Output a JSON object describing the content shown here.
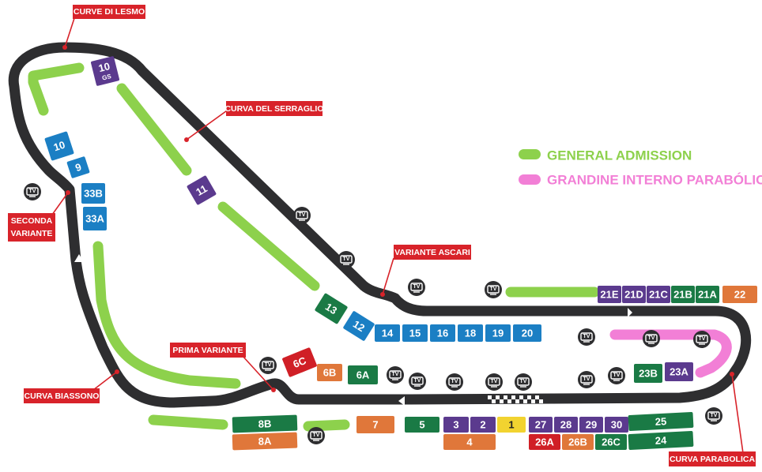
{
  "legend": {
    "general_admission": {
      "label": "GENERAL ADMISSION",
      "color": "#8dd14c"
    },
    "grandine_interno": {
      "label": "GRANDINE INTERNO PARABÓLICA",
      "color": "#f27fd6"
    }
  },
  "colors": {
    "track": "#2e2e30",
    "purple": "#5b3a8e",
    "blue": "#1b7fc4",
    "green": "#1a7a45",
    "orange": "#e0773a",
    "red": "#d01f26",
    "yellow": "#f2d330",
    "callout": "#d8232a"
  },
  "callouts": {
    "curve_di_lesmo": "CURVE DI LESMO",
    "curva_del_serraglio": "CURVA DEL SERRAGLIO",
    "seconda_variante_1": "SECONDA",
    "seconda_variante_2": "VARIANTE",
    "variante_ascari": "VARIANTE ASCARI",
    "prima_variante": "PRIMA VARIANTE",
    "curva_biassono": "CURVA BIASSONO",
    "curva_parabolica": "CURVA PARABOLICA"
  },
  "tv_label": "TV",
  "stands": {
    "s10gs": {
      "label": "10",
      "sub": "GS",
      "color": "purple"
    },
    "s10": {
      "label": "10",
      "color": "blue"
    },
    "s9": {
      "label": "9",
      "color": "blue"
    },
    "s33b": {
      "label": "33B",
      "color": "blue"
    },
    "s33a": {
      "label": "33A",
      "color": "blue"
    },
    "s11": {
      "label": "11",
      "color": "purple"
    },
    "s13": {
      "label": "13",
      "color": "green"
    },
    "s12": {
      "label": "12",
      "color": "blue"
    },
    "s14": {
      "label": "14",
      "color": "blue"
    },
    "s15": {
      "label": "15",
      "color": "blue"
    },
    "s16": {
      "label": "16",
      "color": "blue"
    },
    "s18": {
      "label": "18",
      "color": "blue"
    },
    "s19": {
      "label": "19",
      "color": "blue"
    },
    "s20": {
      "label": "20",
      "color": "blue"
    },
    "s21e": {
      "label": "21E",
      "color": "purple"
    },
    "s21d": {
      "label": "21D",
      "color": "purple"
    },
    "s21c": {
      "label": "21C",
      "color": "purple"
    },
    "s21b": {
      "label": "21B",
      "color": "green"
    },
    "s21a": {
      "label": "21A",
      "color": "green"
    },
    "s22": {
      "label": "22",
      "color": "orange"
    },
    "s6c": {
      "label": "6C",
      "color": "red"
    },
    "s6b": {
      "label": "6B",
      "color": "orange"
    },
    "s6a": {
      "label": "6A",
      "color": "green"
    },
    "s23b": {
      "label": "23B",
      "color": "green"
    },
    "s23a": {
      "label": "23A",
      "color": "purple"
    },
    "s8b": {
      "label": "8B",
      "color": "green"
    },
    "s8a": {
      "label": "8A",
      "color": "orange"
    },
    "s7": {
      "label": "7",
      "color": "orange"
    },
    "s5": {
      "label": "5",
      "color": "green"
    },
    "s3": {
      "label": "3",
      "color": "purple"
    },
    "s2": {
      "label": "2",
      "color": "purple"
    },
    "s1": {
      "label": "1",
      "color": "yellow"
    },
    "s4": {
      "label": "4",
      "color": "orange"
    },
    "s27": {
      "label": "27",
      "color": "purple"
    },
    "s28": {
      "label": "28",
      "color": "purple"
    },
    "s29": {
      "label": "29",
      "color": "purple"
    },
    "s30": {
      "label": "30",
      "color": "purple"
    },
    "s26a": {
      "label": "26A",
      "color": "red"
    },
    "s26b": {
      "label": "26B",
      "color": "orange"
    },
    "s26c": {
      "label": "26C",
      "color": "green"
    },
    "s25": {
      "label": "25",
      "color": "green"
    },
    "s24": {
      "label": "24",
      "color": "green"
    }
  }
}
